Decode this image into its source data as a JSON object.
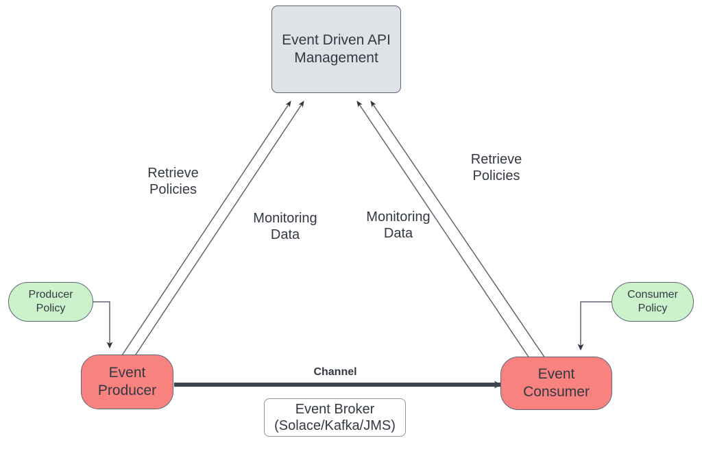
{
  "diagram": {
    "title": "Event Driven API Management architecture",
    "background": "#ffffff",
    "colors": {
      "management_fill": "#dfe2e6",
      "endpoint_fill": "#f8827f",
      "policy_fill": "#ccf2cc",
      "broker_fill": "#ffffff",
      "stroke": "#5c6570",
      "text": "#333942",
      "channel_line": "#3d4450"
    }
  },
  "nodes": {
    "management": {
      "label": "Event Driven API\nManagement"
    },
    "producer": {
      "label": "Event\nProducer"
    },
    "consumer": {
      "label": "Event\nConsumer"
    },
    "producer_policy": {
      "label": "Producer\nPolicy"
    },
    "consumer_policy": {
      "label": "Consumer\nPolicy"
    },
    "broker": {
      "label": "Event Broker\n(Solace/Kafka/JMS)"
    }
  },
  "edge_labels": {
    "retrieve_policies_left": "Retrieve\nPolicies",
    "monitoring_data_left": "Monitoring\nData",
    "monitoring_data_right": "Monitoring\nData",
    "retrieve_policies_right": "Retrieve\nPolicies",
    "channel": "Channel"
  }
}
